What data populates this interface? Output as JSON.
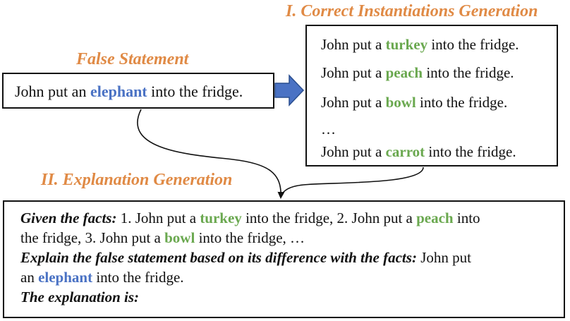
{
  "titles": {
    "false_statement": "False Statement",
    "correct_generation": "I. Correct Instantiations Generation",
    "explanation_generation": "II. Explanation Generation"
  },
  "false_box": {
    "prefix": "John put an ",
    "keyword": "elephant",
    "suffix": " into the fridge."
  },
  "instantiations": [
    {
      "prefix": "John put a ",
      "keyword": "turkey",
      "suffix": " into the fridge."
    },
    {
      "prefix": "John put a ",
      "keyword": "peach",
      "suffix": " into the fridge."
    },
    {
      "prefix": "John put a ",
      "keyword": "bowl",
      "suffix": " into the fridge."
    },
    {
      "text": "…"
    },
    {
      "prefix": "John put a ",
      "keyword": "carrot",
      "suffix": " into the fridge."
    }
  ],
  "explanation": {
    "given_label": "Given the facts:",
    "l1_a": " 1. John put a ",
    "l1_kw1": "turkey",
    "l1_b": " into the fridge, 2. John put a ",
    "l1_kw2": "peach",
    "l1_c": " into",
    "l2_a": "the fridge, 3. John put a ",
    "l2_kw": "bowl",
    "l2_b": " into the fridge, …",
    "explain_label": "Explain the false statement based on its difference with the facts:",
    "l3_tail": " John put",
    "l4_a": "an ",
    "l4_kw": "elephant",
    "l4_b": " into the fridge.",
    "answer_label": "The explanation is:"
  },
  "colors": {
    "title": "#e08a45",
    "keyword_green": "#6aa84f",
    "keyword_blue": "#4a72c4",
    "arrow_fill": "#4a72c4"
  }
}
